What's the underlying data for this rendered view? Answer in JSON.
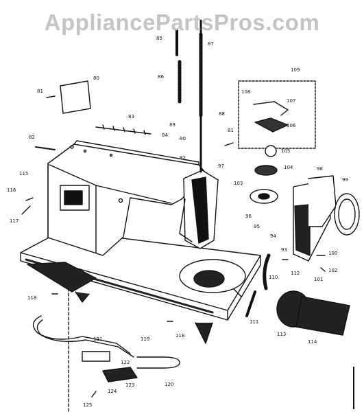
{
  "watermark": "AppliancePartsPros.com",
  "part_labels": [
    {
      "id": "l80",
      "text": "80"
    },
    {
      "id": "l81a",
      "text": "81"
    },
    {
      "id": "l82",
      "text": "82"
    },
    {
      "id": "l83",
      "text": "83"
    },
    {
      "id": "l84",
      "text": "84"
    },
    {
      "id": "l85",
      "text": "85"
    },
    {
      "id": "l86",
      "text": "86"
    },
    {
      "id": "l87",
      "text": "87"
    },
    {
      "id": "l88",
      "text": "88"
    },
    {
      "id": "l89",
      "text": "89"
    },
    {
      "id": "l90",
      "text": "90"
    },
    {
      "id": "l81b",
      "text": "81"
    },
    {
      "id": "l92",
      "text": "92"
    },
    {
      "id": "l97",
      "text": "97"
    },
    {
      "id": "l103",
      "text": "103"
    },
    {
      "id": "l104",
      "text": "104"
    },
    {
      "id": "l105",
      "text": "105"
    },
    {
      "id": "l106",
      "text": "106"
    },
    {
      "id": "l107",
      "text": "107"
    },
    {
      "id": "l108",
      "text": "108"
    },
    {
      "id": "l109",
      "text": "109"
    },
    {
      "id": "l98",
      "text": "98"
    },
    {
      "id": "l99",
      "text": "99"
    },
    {
      "id": "l96",
      "text": "96"
    },
    {
      "id": "l95",
      "text": "95"
    },
    {
      "id": "l94",
      "text": "94"
    },
    {
      "id": "l93",
      "text": "93"
    },
    {
      "id": "l100",
      "text": "100"
    },
    {
      "id": "l102",
      "text": "102"
    },
    {
      "id": "l101",
      "text": "101"
    },
    {
      "id": "l110",
      "text": "110"
    },
    {
      "id": "l112",
      "text": "112"
    },
    {
      "id": "l111",
      "text": "111"
    },
    {
      "id": "l113",
      "text": "113"
    },
    {
      "id": "l114",
      "text": "114"
    },
    {
      "id": "l115",
      "text": "115"
    },
    {
      "id": "l116",
      "text": "116"
    },
    {
      "id": "l117",
      "text": "117"
    },
    {
      "id": "l118a",
      "text": "118"
    },
    {
      "id": "l118b",
      "text": "118"
    },
    {
      "id": "l119",
      "text": "119"
    },
    {
      "id": "l121",
      "text": "121"
    },
    {
      "id": "l122",
      "text": "122"
    },
    {
      "id": "l123",
      "text": "123"
    },
    {
      "id": "l124",
      "text": "124"
    },
    {
      "id": "l125",
      "text": "125"
    },
    {
      "id": "l120",
      "text": "120"
    }
  ]
}
